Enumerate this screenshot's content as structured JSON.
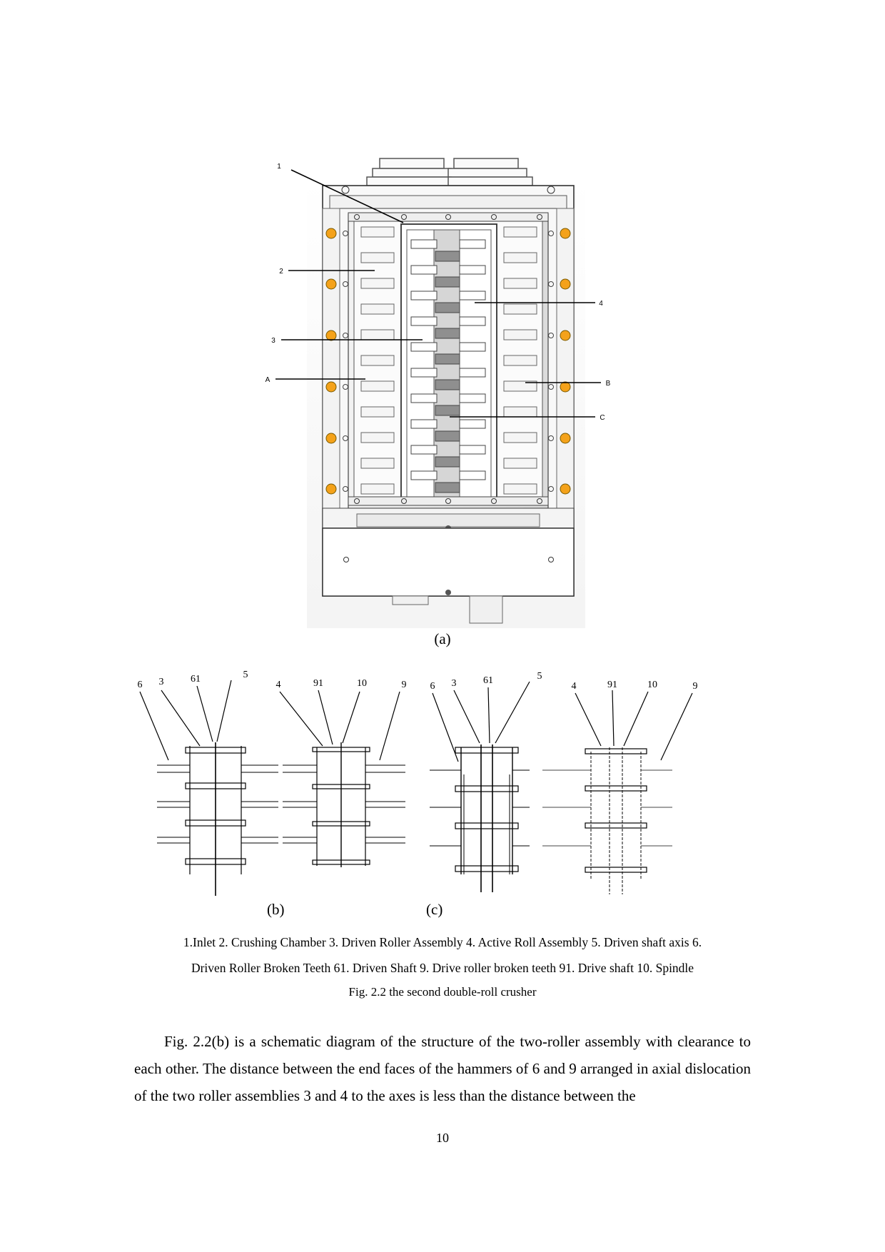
{
  "figure_a": {
    "labels": [
      "1",
      "2",
      "3",
      "A",
      "4",
      "B",
      "C"
    ],
    "caption": "(a)"
  },
  "figure_b": {
    "labels": [
      "6",
      "3",
      "61",
      "5",
      "4",
      "91",
      "10",
      "9"
    ],
    "caption": "(b)"
  },
  "figure_c": {
    "labels": [
      "6",
      "3",
      "61",
      "5",
      "4",
      "91",
      "10",
      "9"
    ],
    "caption": "(c)"
  },
  "legend": {
    "line1": "1.Inlet 2. Crushing Chamber 3. Driven Roller Assembly 4. Active Roll Assembly 5. Driven shaft axis 6.",
    "line2": "Driven Roller Broken Teeth 61. Driven Shaft 9. Drive roller broken teeth 91. Drive shaft 10. Spindle"
  },
  "figure_title": "Fig. 2.2 the second double-roll crusher",
  "body_paragraph": "Fig. 2.2(b) is a schematic diagram of the structure of the two-roller assembly with clearance to each other. The distance between the end faces of the hammers of 6 and 9 arranged in axial dislocation of the two roller assemblies 3 and 4 to the axes is less than the distance between the",
  "page_number": "10"
}
